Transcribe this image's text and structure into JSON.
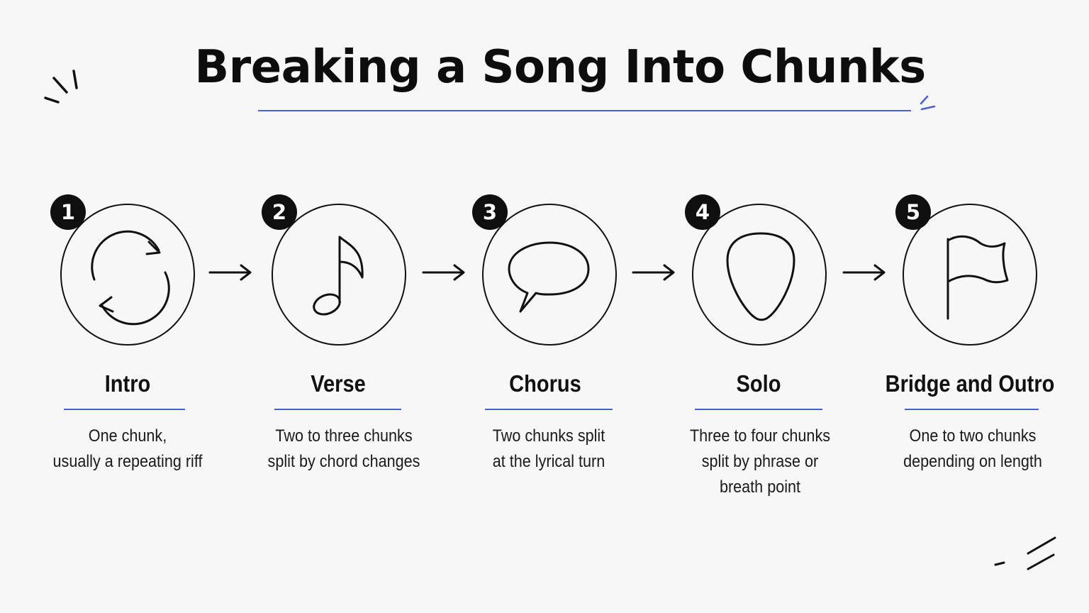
{
  "title": "Breaking a Song Into Chunks",
  "colors": {
    "accent": "#4a5fd6",
    "ink": "#111111",
    "badge": "#0f0f0f",
    "background": "#f7f7f8"
  },
  "steps": [
    {
      "number": "1",
      "title": "Intro",
      "description_lines": [
        "One chunk,",
        "usually a repeating riff"
      ],
      "icon": "loop-arrows-icon"
    },
    {
      "number": "2",
      "title": "Verse",
      "description_lines": [
        "Two to three chunks",
        "split by chord changes"
      ],
      "icon": "music-note-icon"
    },
    {
      "number": "3",
      "title": "Chorus",
      "description_lines": [
        "Two chunks split",
        "at the lyrical turn"
      ],
      "icon": "speech-bubble-icon"
    },
    {
      "number": "4",
      "title": "Solo",
      "description_lines": [
        "Three to four chunks",
        "split by phrase or",
        "breath point"
      ],
      "icon": "guitar-pick-icon"
    },
    {
      "number": "5",
      "title": "Bridge and Outro",
      "description_lines": [
        "One to two chunks",
        "depending on length"
      ],
      "icon": "flag-icon"
    }
  ]
}
